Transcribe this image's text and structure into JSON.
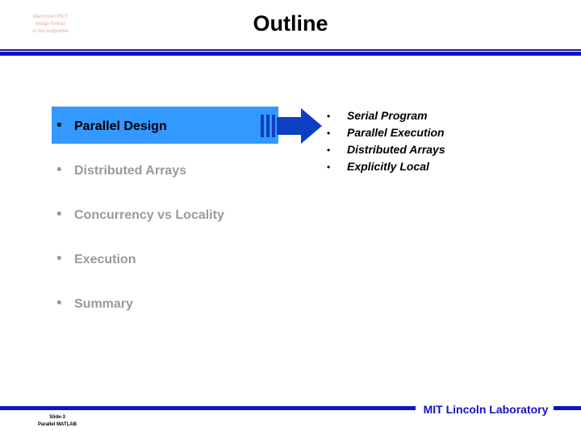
{
  "slide": {
    "title": "Outline",
    "placeholder_image": {
      "name": "macintosh-pict-placeholder",
      "lines": [
        "Macintosh PICT",
        "image format",
        "is not supported"
      ],
      "text_color": "#e8a3a3"
    },
    "outline_items": [
      {
        "label": "Parallel Design",
        "state": "active"
      },
      {
        "label": "Distributed Arrays",
        "state": "dim"
      },
      {
        "label": "Concurrency vs Locality",
        "state": "dim"
      },
      {
        "label": "Execution",
        "state": "dim"
      },
      {
        "label": "Summary",
        "state": "dim"
      }
    ],
    "detail_items": [
      "Serial Program",
      "Parallel Execution",
      "Distributed Arrays",
      "Explicitly Local"
    ],
    "bullet_glyph": "•",
    "arrow": {
      "name": "right-arrow-graphic",
      "color": "#0d3fc4"
    },
    "colors": {
      "highlight_band": "#3399ff",
      "rule_blue": "#1111cc",
      "rule_navy": "#141c8c",
      "dim_text": "#9a9a9a",
      "active_text": "#000000"
    },
    "footer": {
      "brand": "MIT Lincoln Laboratory",
      "slide_number": "Slide-3",
      "deck_name": "Parallel MATLAB"
    }
  }
}
